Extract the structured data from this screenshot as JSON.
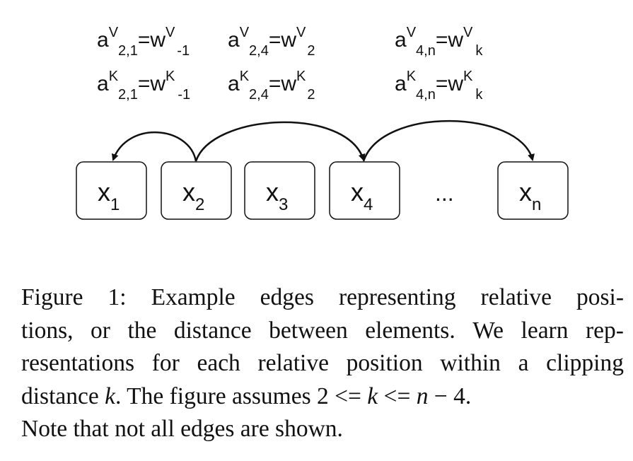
{
  "equations": [
    {
      "id": "v21",
      "base": "a",
      "sup": "V",
      "sub": "2,1",
      "rhs_base": "=w",
      "rhs_sup": "V",
      "rhs_sub": "-1"
    },
    {
      "id": "v24",
      "base": "a",
      "sup": "V",
      "sub": "2,4",
      "rhs_base": "=w",
      "rhs_sup": "V",
      "rhs_sub": "2"
    },
    {
      "id": "v4n",
      "base": "a",
      "sup": "V",
      "sub": "4,n",
      "rhs_base": "=w",
      "rhs_sup": "V",
      "rhs_sub": "k"
    },
    {
      "id": "k21",
      "base": "a",
      "sup": "K",
      "sub": "2,1",
      "rhs_base": "=w",
      "rhs_sup": "K",
      "rhs_sub": "-1"
    },
    {
      "id": "k24",
      "base": "a",
      "sup": "K",
      "sub": "2,4",
      "rhs_base": "=w",
      "rhs_sup": "K",
      "rhs_sub": "2"
    },
    {
      "id": "k4n",
      "base": "a",
      "sup": "K",
      "sub": "4,n",
      "rhs_base": "=w",
      "rhs_sup": "K",
      "rhs_sub": "k"
    }
  ],
  "nodes": [
    {
      "id": "x1",
      "base": "x",
      "sub": "1"
    },
    {
      "id": "x2",
      "base": "x",
      "sub": "2"
    },
    {
      "id": "x3",
      "base": "x",
      "sub": "3"
    },
    {
      "id": "x4",
      "base": "x",
      "sub": "4"
    },
    {
      "id": "xn",
      "base": "x",
      "sub": "n"
    }
  ],
  "ellipsis": "...",
  "edges": [
    {
      "from": "x2",
      "to": "x1"
    },
    {
      "from": "x2",
      "to": "x4"
    },
    {
      "from": "x4",
      "to": "xn"
    }
  ],
  "caption": {
    "line1": [
      "Figure",
      "1:",
      "Example",
      "edges",
      "representing",
      "relative",
      "posi-"
    ],
    "line2": [
      "tions,",
      "or",
      "the",
      "distance",
      "between",
      "elements.",
      "We",
      "learn",
      "rep-"
    ],
    "line3": [
      "resentations",
      "for",
      "each",
      "relative",
      "position",
      "within",
      "a",
      "clipping"
    ],
    "line4_a": "distance",
    "line4_k": "k",
    "line4_b": ". The figure assumes 2 <= ",
    "line4_k2": "k",
    "line4_c": " <= ",
    "line4_n": "n",
    "line4_d": " − 4.",
    "line5": "Note that not all edges are shown."
  }
}
